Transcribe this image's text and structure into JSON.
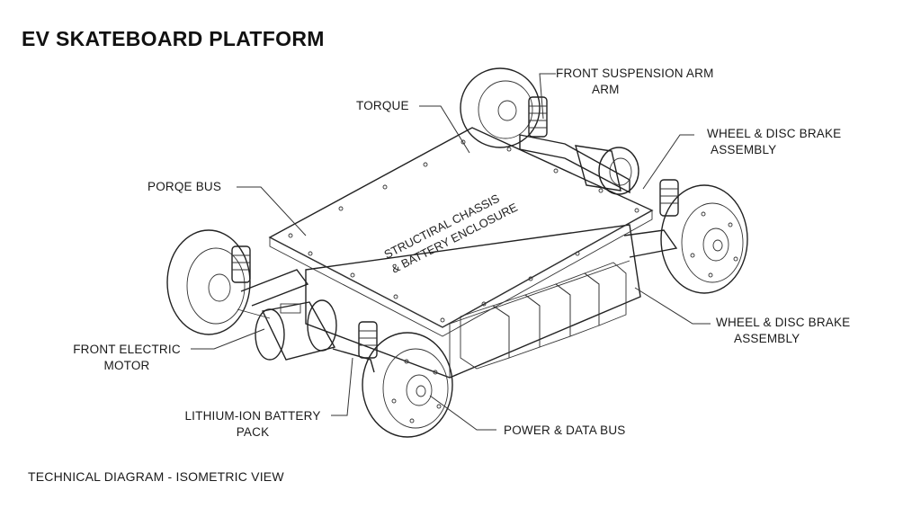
{
  "title": "EV SKATEBOARD PLATFORM",
  "footer": "TECHNICAL DIAGRAM - ISOMETRIC VIEW",
  "chassis_text": {
    "line1": "STRUCTIRAL CHASSIS",
    "line2": "& BATTERY ENCLOSURE"
  },
  "callouts": {
    "torque": "TORQUE",
    "front_suspension_arm": {
      "line1": "FRONT SUSPENSION ARM",
      "line2": "ARM"
    },
    "porqe_bus": "PORQE BUS",
    "wheel_brake_top": {
      "line1": "WHEEL & DISC BRAKE",
      "line2": "ASSEMBLY"
    },
    "wheel_brake_right": {
      "line1": "WHEEL & DISC BRAKE",
      "line2": "ASSEMBLY"
    },
    "front_electric_motor": {
      "line1": "FRONT ELECTRIC",
      "line2": "MOTOR"
    },
    "lithium_ion_battery": {
      "line1": "LITHIUM-ION BATTERY",
      "line2": "PACK"
    },
    "power_data_bus": "POWER & DATA BUS"
  }
}
